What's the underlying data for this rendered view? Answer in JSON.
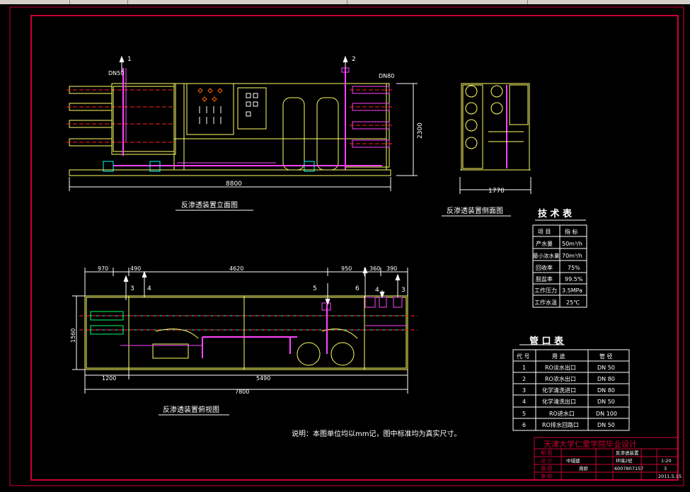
{
  "views": {
    "front": {
      "title": "反渗透装置立面图",
      "overall_length": "8800",
      "height": "2300",
      "pipe_left": "DN50",
      "pipe_right": "DN80",
      "arrow_left": "1",
      "arrow_right": "2"
    },
    "side": {
      "title": "反渗透装置侧面图",
      "width": "1770"
    },
    "plan": {
      "title": "反渗透装置俯视图",
      "dims_top": [
        "970",
        "490",
        "4620",
        "950",
        "360",
        "390"
      ],
      "dim_left": "1560",
      "dim_bottom_a": "1200",
      "dim_bottom_b": "5490",
      "dim_total": "7800",
      "nozzles": [
        "3",
        "4",
        "5",
        "6",
        "4",
        "3"
      ]
    }
  },
  "tech_table": {
    "title": "技 术 表",
    "headers": [
      "项 目",
      "指 标"
    ],
    "rows": [
      [
        "产水量",
        "50m³/h"
      ],
      [
        "最小浓水量",
        "70m³/h"
      ],
      [
        "回收率",
        "75%"
      ],
      [
        "脱盐率",
        "99.5%"
      ],
      [
        "工作压力",
        "3.5MPa"
      ],
      [
        "工作水温",
        "25℃"
      ]
    ]
  },
  "nozzle_table": {
    "title": "管 口 表",
    "headers": [
      "代 号",
      "用 途",
      "管 径"
    ],
    "rows": [
      [
        "1",
        "RO淡水出口",
        "DN 50"
      ],
      [
        "2",
        "RO浓水出口",
        "DN 80"
      ],
      [
        "3",
        "化学清洗进口",
        "DN 80"
      ],
      [
        "4",
        "化学清洗出口",
        "DN 50"
      ],
      [
        "5",
        "RO进水口",
        "DN 100"
      ],
      [
        "6",
        "RO排水回路口",
        "DN 50"
      ]
    ]
  },
  "note": "说明：本图单位均以mm记，图中标准均为真实尺寸。",
  "title_block": {
    "school": "天津大学仁爱学院毕业设计",
    "drawing_name": "反渗透装置",
    "col_labels": [
      "制 图",
      "设 计",
      "描 图",
      "审 核"
    ],
    "designer": "中城建",
    "class": "环境2班",
    "student_id": "6007807157",
    "scale": "1:20",
    "sheet": "3",
    "date": "2011.5.15",
    "reviewer": "周骅"
  },
  "colors": {
    "frame": "#cc0033",
    "equipment": "#ffff66",
    "pipe_magenta": "#ff44ff",
    "dim": "#ffffff",
    "center": "#ff2020",
    "text": "#ffffff"
  }
}
